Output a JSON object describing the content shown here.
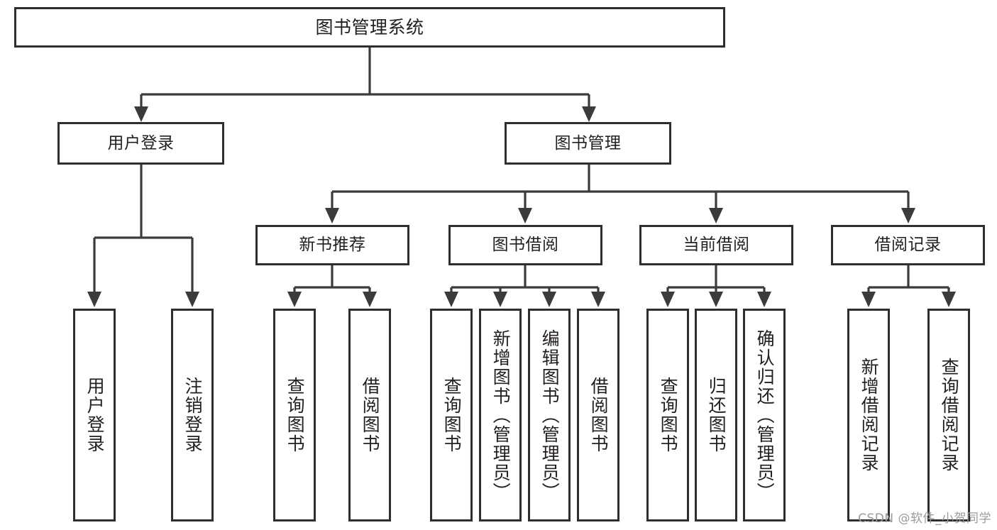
{
  "diagram": {
    "title": "图书管理系统",
    "type": "hierarchy-tree",
    "orientation": "top-down",
    "colors": {
      "box_border": "#2e2e2e",
      "box_fill": "#ffffff",
      "connector": "#3b3b3b",
      "text": "#231f20",
      "watermark": "#9b9b9b",
      "background": "#ffffff"
    },
    "root": {
      "label": "图书管理系统"
    },
    "level2": [
      {
        "id": "user-login",
        "label": "用户登录"
      },
      {
        "id": "book-manage",
        "label": "图书管理"
      }
    ],
    "level3": [
      {
        "id": "new-book-recommend",
        "label": "新书推荐"
      },
      {
        "id": "book-borrow",
        "label": "图书借阅"
      },
      {
        "id": "current-borrow",
        "label": "当前借阅"
      },
      {
        "id": "borrow-record",
        "label": "借阅记录"
      }
    ],
    "leaves": {
      "user_login": [
        {
          "id": "leaf-user-login",
          "label": "用户登录"
        },
        {
          "id": "leaf-logout-login",
          "label": "注销登录"
        }
      ],
      "new_book_recommend": [
        {
          "id": "leaf-query-book-1",
          "label": "查询图书"
        },
        {
          "id": "leaf-borrow-book-1",
          "label": "借阅图书"
        }
      ],
      "book_borrow": [
        {
          "id": "leaf-query-book-2",
          "label": "查询图书"
        },
        {
          "id": "leaf-add-book",
          "label": "新增图书（管理员）"
        },
        {
          "id": "leaf-edit-book",
          "label": "编辑图书（管理员）"
        },
        {
          "id": "leaf-borrow-book-2",
          "label": "借阅图书"
        }
      ],
      "current_borrow": [
        {
          "id": "leaf-query-book-3",
          "label": "查询图书"
        },
        {
          "id": "leaf-return-book",
          "label": "归还图书"
        },
        {
          "id": "leaf-confirm-return",
          "label": "确认归还（管理员）"
        }
      ],
      "borrow_record": [
        {
          "id": "leaf-add-record",
          "label": "新增借阅记录"
        },
        {
          "id": "leaf-query-record",
          "label": "查询借阅记录"
        }
      ]
    }
  },
  "watermark": {
    "text": "CSDN @软件_小贺同学"
  }
}
